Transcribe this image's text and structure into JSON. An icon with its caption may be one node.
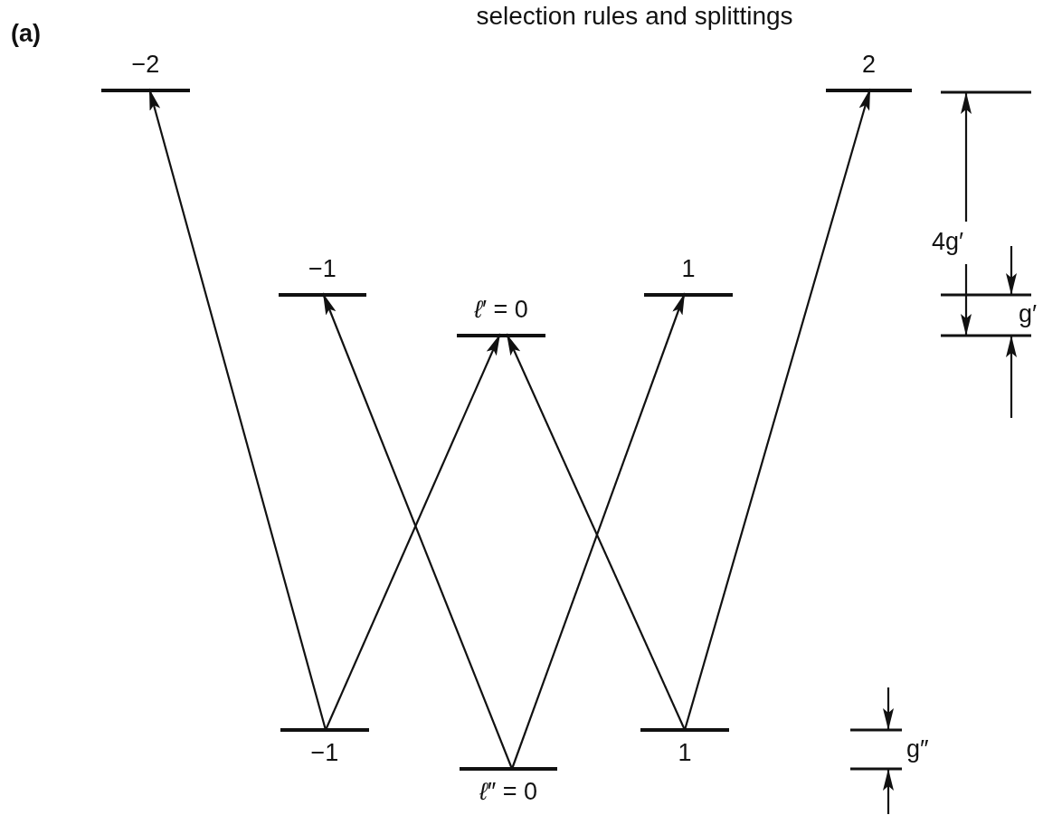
{
  "diagram": {
    "title": "selection rules and splittings",
    "nodes": [
      {
        "text": [
          "−2"
        ]
      },
      {
        "text": [
          "2"
        ]
      },
      {
        "text": [
          "−1"
        ]
      },
      {
        "text": [
          "1"
        ]
      },
      {
        "text": [
          "*ℓ*′ = 0"
        ]
      },
      {
        "text": [
          "−1"
        ]
      },
      {
        "text": [
          "1"
        ]
      },
      {
        "text": [
          "*ℓ*″ = 0"
        ]
      }
    ],
    "edges": [
      {
        "from": 5,
        "to": 0,
        "arrow": "to"
      },
      {
        "from": 5,
        "to": 4,
        "arrow": "to"
      },
      {
        "from": 7,
        "to": 2,
        "arrow": "to"
      },
      {
        "from": 7,
        "to": 3,
        "arrow": "to"
      },
      {
        "from": 6,
        "to": 4,
        "arrow": "to"
      },
      {
        "from": 6,
        "to": 1,
        "arrow": "to"
      }
    ],
    "labels": [
      "(a)",
      "4g′",
      "g′",
      "g″"
    ]
  }
}
